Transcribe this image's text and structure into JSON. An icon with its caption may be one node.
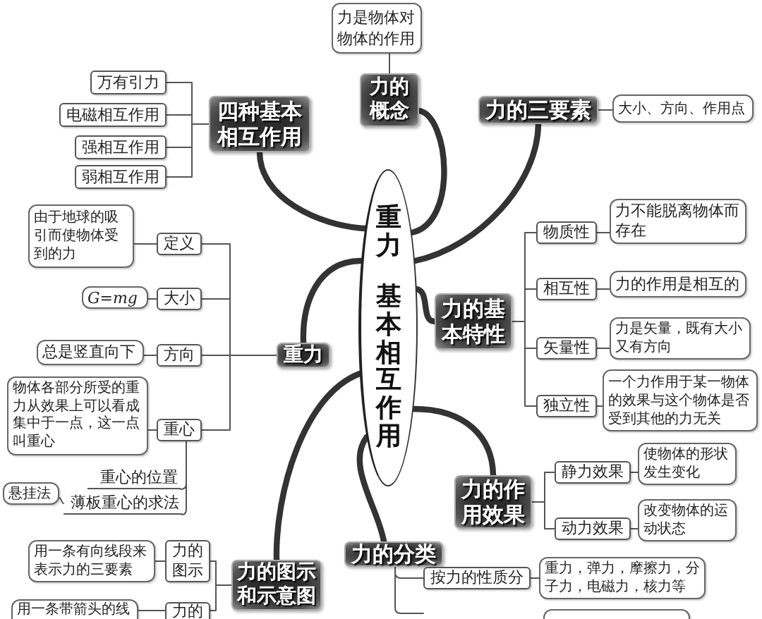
{
  "diagram": {
    "nodes": [
      {
        "text": [
          "重力",
          "基本相互作用"
        ]
      },
      {
        "text": [
          "四种基本相互作用"
        ]
      },
      {
        "text": [
          "万有引力"
        ]
      },
      {
        "text": [
          "电磁相互作用"
        ]
      },
      {
        "text": [
          "强相互作用"
        ]
      },
      {
        "text": [
          "弱相互作用"
        ]
      },
      {
        "text": [
          "力是物体对物体的作用"
        ]
      },
      {
        "text": [
          "力的概念"
        ]
      },
      {
        "text": [
          "力的三要素"
        ]
      },
      {
        "text": [
          "大小、方向、作用点"
        ]
      },
      {
        "text": [
          "由于地球的吸引而使物体受到的力"
        ]
      },
      {
        "text": [
          "定义"
        ]
      },
      {
        "text": [
          "G=mg"
        ]
      },
      {
        "text": [
          "大小"
        ]
      },
      {
        "text": [
          "总是竖直向下"
        ]
      },
      {
        "text": [
          "方向"
        ]
      },
      {
        "text": [
          "重力"
        ]
      },
      {
        "text": [
          "物体各部分所受的重力从效果上可以看成集中于一点，这一点叫重心"
        ]
      },
      {
        "text": [
          "重心"
        ]
      },
      {
        "text": [
          "重心的位置"
        ]
      },
      {
        "text": [
          "悬挂法"
        ]
      },
      {
        "text": [
          "薄板重心的求法"
        ]
      },
      {
        "text": [
          "力的基本特性"
        ]
      },
      {
        "text": [
          "物质性"
        ]
      },
      {
        "text": [
          "力不能脱离物体而存在"
        ]
      },
      {
        "text": [
          "相互性"
        ]
      },
      {
        "text": [
          "力的作用是相互的"
        ]
      },
      {
        "text": [
          "矢量性"
        ]
      },
      {
        "text": [
          "力是矢量，既有大小又有方向"
        ]
      },
      {
        "text": [
          "独立性"
        ]
      },
      {
        "text": [
          "一个力作用于某一物体的效果与这个物体是否受到其他的力无关"
        ]
      },
      {
        "text": [
          "力的作用效果"
        ]
      },
      {
        "text": [
          "静力效果"
        ]
      },
      {
        "text": [
          "使物体的形状发生变化"
        ]
      },
      {
        "text": [
          "动力效果"
        ]
      },
      {
        "text": [
          "改变物体的运动状态"
        ]
      },
      {
        "text": [
          "力的分类"
        ]
      },
      {
        "text": [
          "按力的性质分"
        ]
      },
      {
        "text": [
          "重力，弹力，摩擦力，分子力，电磁力，核力等"
        ]
      },
      {
        "text": [
          "用一条有向线段来表示力的三要素"
        ]
      },
      {
        "text": [
          "力的图示"
        ]
      },
      {
        "text": [
          "力的图示和示意图"
        ]
      },
      {
        "text": [
          "用一条带箭头的线"
        ]
      },
      {
        "text": [
          "力的"
        ]
      },
      {
        "text": [],
        "shape": "box"
      }
    ],
    "edges": [
      {
        "from": 0,
        "to": 1,
        "arrow": "none",
        "style": "thick"
      },
      {
        "from": 0,
        "to": 7,
        "arrow": "none",
        "style": "thick"
      },
      {
        "from": 0,
        "to": 8,
        "arrow": "none",
        "style": "thick"
      },
      {
        "from": 0,
        "to": 16,
        "arrow": "none",
        "style": "thick"
      },
      {
        "from": 0,
        "to": 22,
        "arrow": "none",
        "style": "thick"
      },
      {
        "from": 0,
        "to": 31,
        "arrow": "none",
        "style": "thick"
      },
      {
        "from": 0,
        "to": 36,
        "arrow": "none",
        "style": "thick"
      },
      {
        "from": 0,
        "to": 41,
        "arrow": "none",
        "style": "thick"
      },
      {
        "from": 1,
        "to": 2,
        "arrow": "none"
      },
      {
        "from": 1,
        "to": 3,
        "arrow": "none"
      },
      {
        "from": 1,
        "to": 4,
        "arrow": "none"
      },
      {
        "from": 1,
        "to": 5,
        "arrow": "none"
      },
      {
        "from": 6,
        "to": 7,
        "arrow": "none"
      },
      {
        "from": 9,
        "to": 8,
        "arrow": "none"
      },
      {
        "from": 16,
        "to": 11,
        "arrow": "none"
      },
      {
        "from": 16,
        "to": 13,
        "arrow": "none"
      },
      {
        "from": 16,
        "to": 15,
        "arrow": "none"
      },
      {
        "from": 16,
        "to": 18,
        "arrow": "none"
      },
      {
        "from": 10,
        "to": 11,
        "arrow": "none"
      },
      {
        "from": 12,
        "to": 13,
        "arrow": "none"
      },
      {
        "from": 14,
        "to": 15,
        "arrow": "none"
      },
      {
        "from": 17,
        "to": 18,
        "arrow": "none"
      },
      {
        "from": 18,
        "to": 19,
        "arrow": "none"
      },
      {
        "from": 18,
        "to": 21,
        "arrow": "none"
      },
      {
        "from": 20,
        "to": 21,
        "arrow": "none"
      },
      {
        "from": 22,
        "to": 23,
        "arrow": "none"
      },
      {
        "from": 22,
        "to": 25,
        "arrow": "none"
      },
      {
        "from": 22,
        "to": 27,
        "arrow": "none"
      },
      {
        "from": 22,
        "to": 29,
        "arrow": "none"
      },
      {
        "from": 24,
        "to": 23,
        "arrow": "none"
      },
      {
        "from": 26,
        "to": 25,
        "arrow": "none"
      },
      {
        "from": 28,
        "to": 27,
        "arrow": "none"
      },
      {
        "from": 30,
        "to": 29,
        "arrow": "none"
      },
      {
        "from": 31,
        "to": 32,
        "arrow": "none"
      },
      {
        "from": 31,
        "to": 34,
        "arrow": "none"
      },
      {
        "from": 33,
        "to": 32,
        "arrow": "none"
      },
      {
        "from": 35,
        "to": 34,
        "arrow": "none"
      },
      {
        "from": 36,
        "to": 37,
        "arrow": "none"
      },
      {
        "from": 36,
        "to": null,
        "arrow": "none"
      },
      {
        "from": 38,
        "to": 37,
        "arrow": "none"
      },
      {
        "from": 41,
        "to": 40,
        "arrow": "none"
      },
      {
        "from": 41,
        "to": 43,
        "arrow": "none"
      },
      {
        "from": 39,
        "to": 40,
        "arrow": "none"
      },
      {
        "from": 42,
        "to": 43,
        "arrow": "none"
      }
    ]
  }
}
